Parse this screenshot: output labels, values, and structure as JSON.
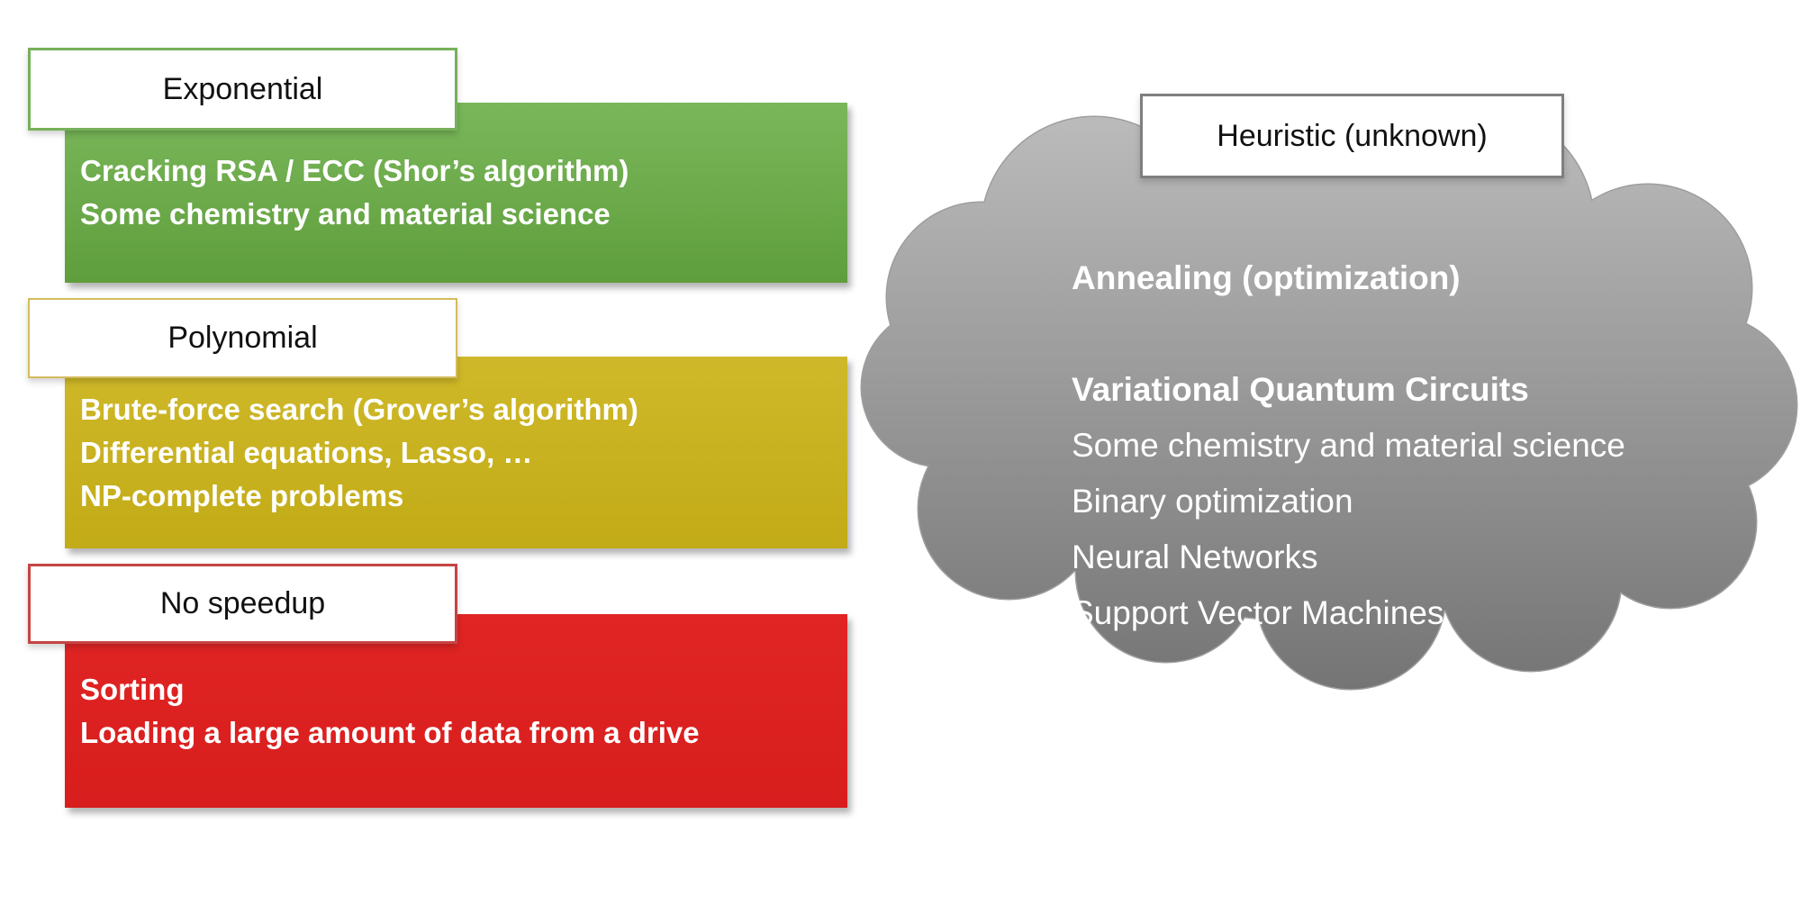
{
  "categories": [
    {
      "label": "Exponential",
      "items": [
        "Cracking RSA / ECC (Shor’s algorithm)",
        "Some chemistry and material science"
      ]
    },
    {
      "label": "Polynomial",
      "items": [
        "Brute-force search (Grover’s algorithm)",
        "Differential equations, Lasso, …",
        "NP-complete problems"
      ]
    },
    {
      "label": "No speedup",
      "items": [
        "Sorting",
        "Loading a large amount of data from a drive"
      ]
    }
  ],
  "cloud": {
    "label": "Heuristic (unknown)",
    "lines": [
      "Annealing (optimization)",
      "",
      "Variational Quantum Circuits",
      "Some chemistry and material science",
      "Binary optimization",
      "Neural Networks",
      "Support Vector Machines"
    ]
  },
  "colors": {
    "green-border": "#77b05a",
    "green-top": "#7ab75b",
    "green-bottom": "#5f9e3c",
    "yellow-border": "#d3bc5e",
    "yellow-top": "#cfb92a",
    "yellow-bottom": "#c2ab16",
    "red-border": "#c64444",
    "red-top": "#e12525",
    "red-bottom": "#d81d1d",
    "heuristic-border": "#7f7f7f",
    "cloud-top": "#bebebe",
    "cloud-bottom": "#737373",
    "cloud-stroke": "#9e9e9e",
    "label-text": "#111111",
    "box-text": "#ffffff"
  }
}
